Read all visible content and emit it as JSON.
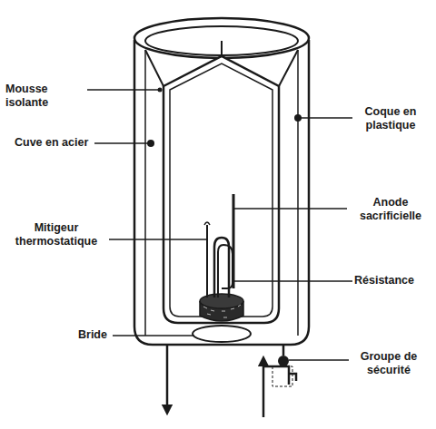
{
  "diagram": {
    "labels": [
      "Mousse isolante",
      "Cuve en acier",
      "Mitigeur thermostatique",
      "Bride",
      "Coque en plastique",
      "Anode sacrificielle",
      "Résistance",
      "Groupe de sécurité"
    ]
  }
}
